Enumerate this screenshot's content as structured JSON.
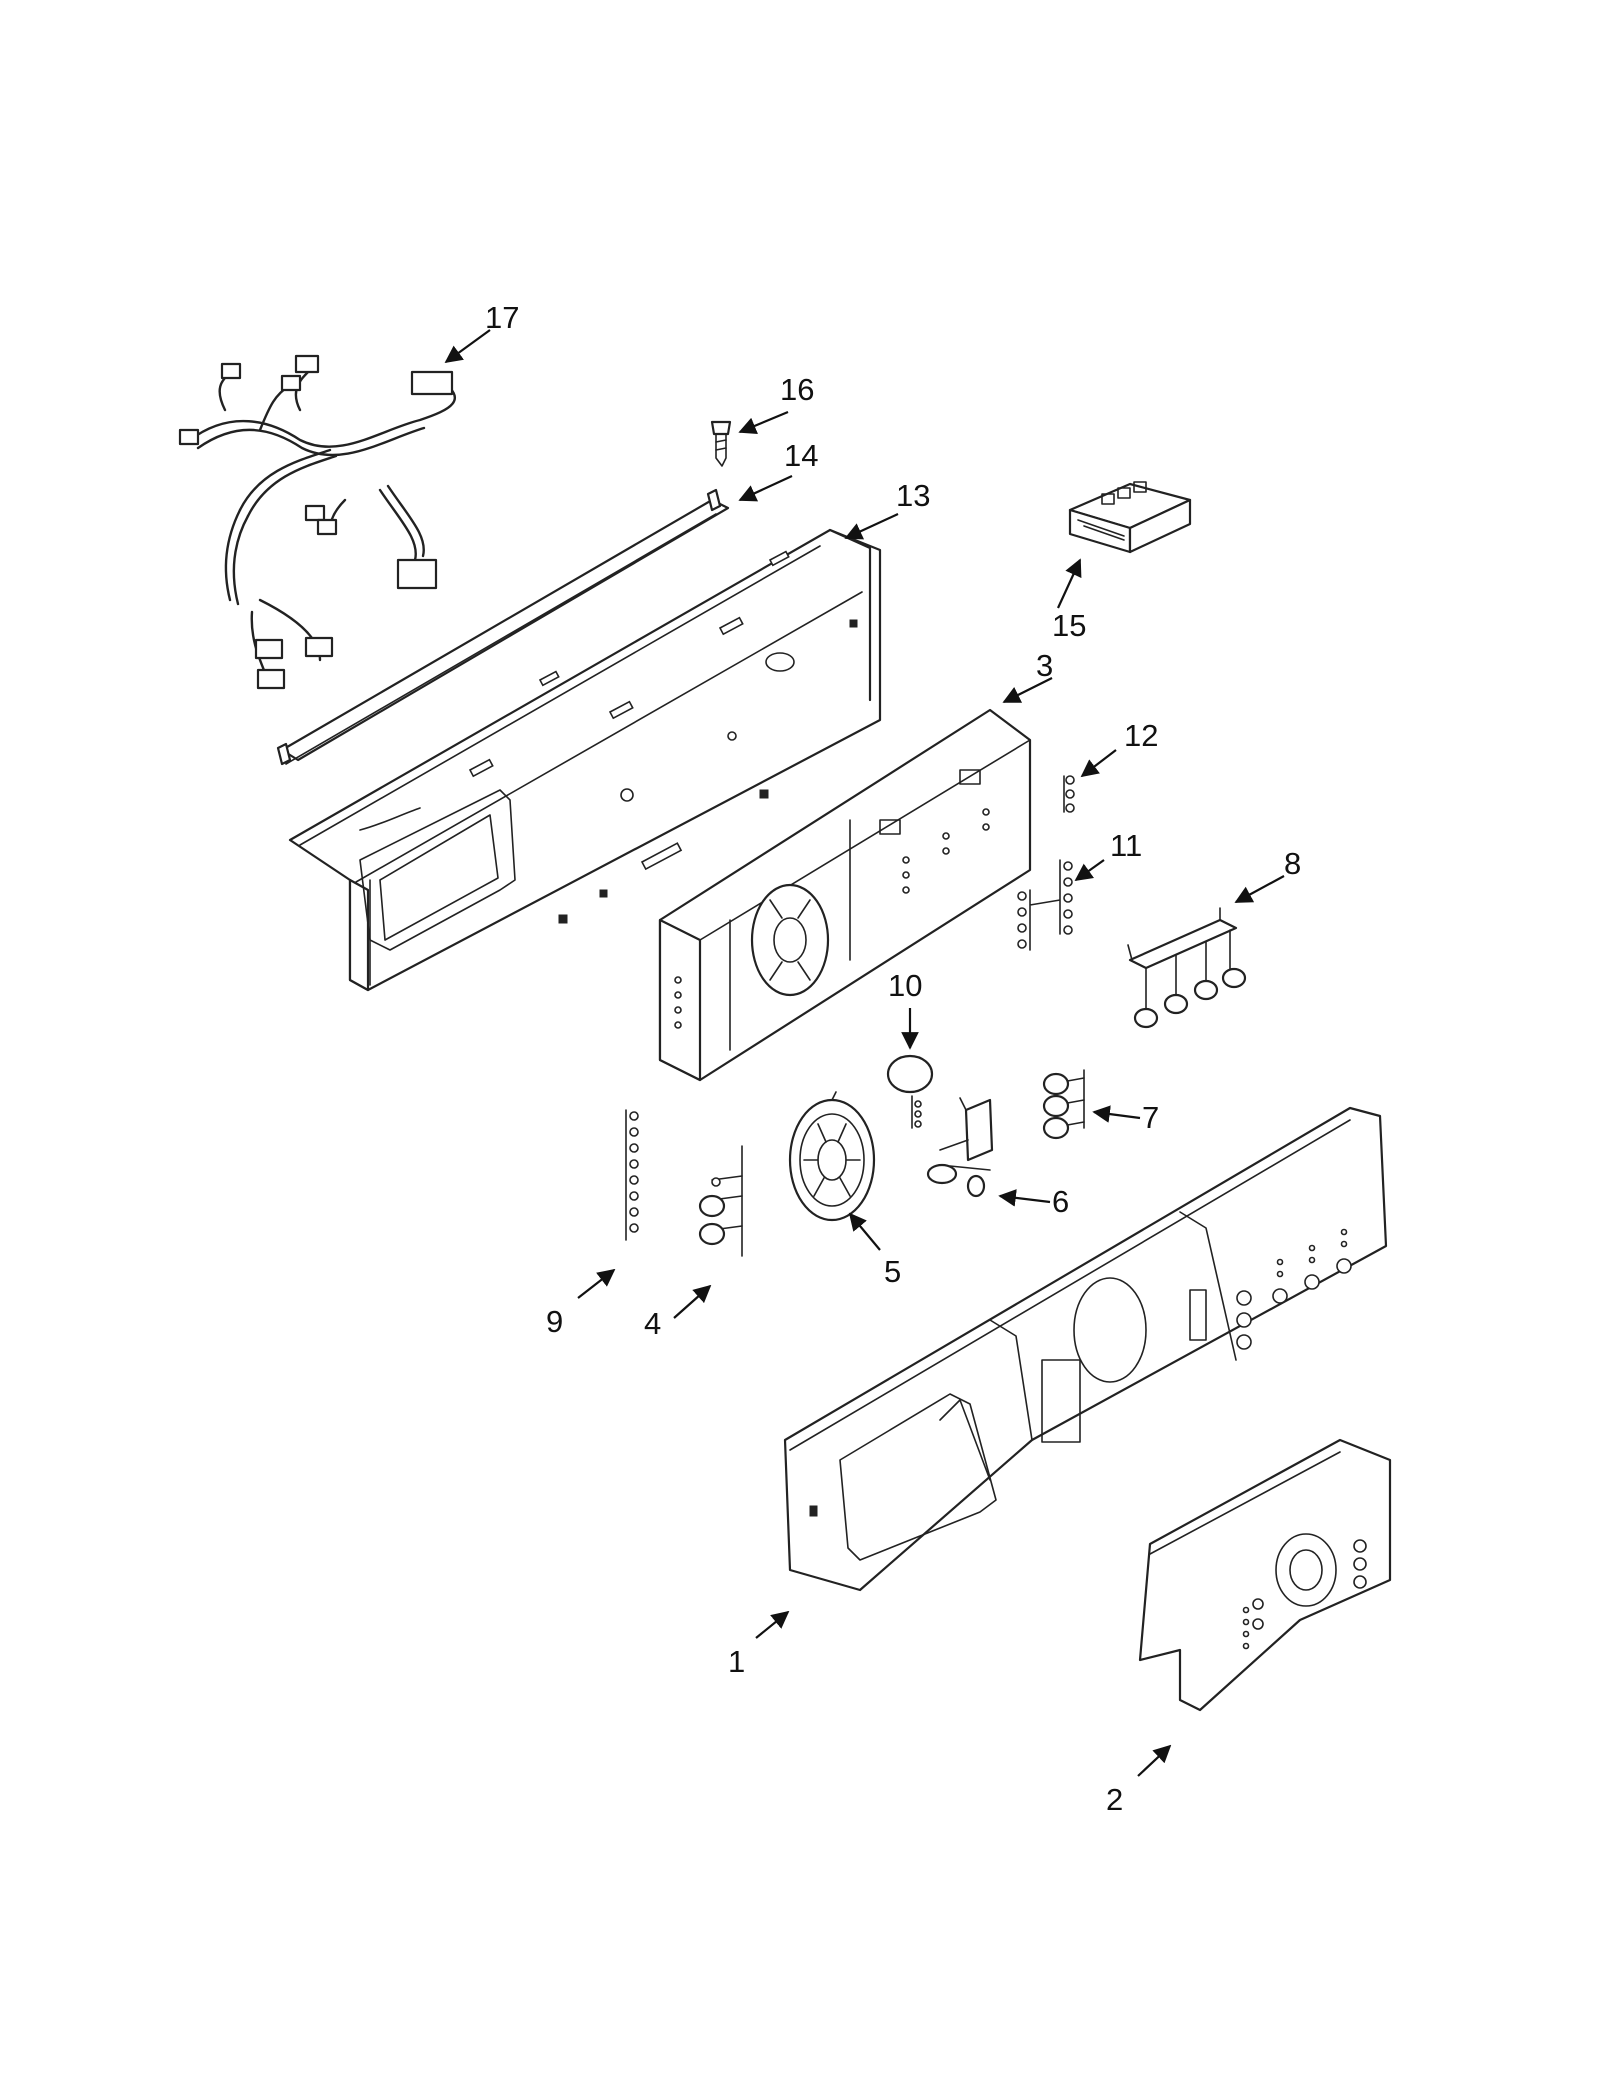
{
  "diagram": {
    "parts": [
      {
        "id": "part-1",
        "callout": "1"
      },
      {
        "id": "part-2",
        "callout": "2"
      },
      {
        "id": "part-3",
        "callout": "3"
      },
      {
        "id": "part-4",
        "callout": "4"
      },
      {
        "id": "part-5",
        "callout": "5"
      },
      {
        "id": "part-6",
        "callout": "6"
      },
      {
        "id": "part-7",
        "callout": "7"
      },
      {
        "id": "part-8",
        "callout": "8"
      },
      {
        "id": "part-9",
        "callout": "9"
      },
      {
        "id": "part-10",
        "callout": "10"
      },
      {
        "id": "part-11",
        "callout": "11"
      },
      {
        "id": "part-12",
        "callout": "12"
      },
      {
        "id": "part-13",
        "callout": "13"
      },
      {
        "id": "part-14",
        "callout": "14"
      },
      {
        "id": "part-15",
        "callout": "15"
      },
      {
        "id": "part-16",
        "callout": "16"
      },
      {
        "id": "part-17",
        "callout": "17"
      }
    ]
  }
}
